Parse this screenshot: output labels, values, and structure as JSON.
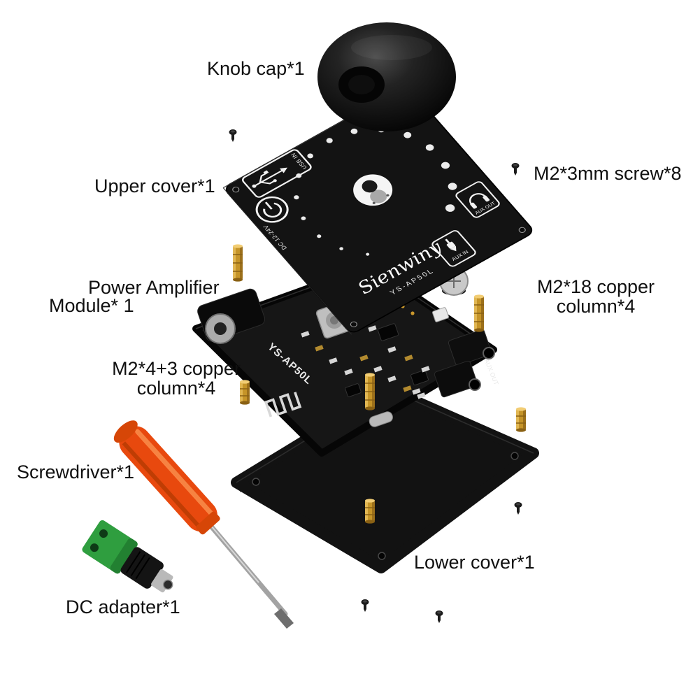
{
  "page": {
    "background": "#ffffff"
  },
  "colors": {
    "copper": "#c59428",
    "screwdriver_orange": "#e8490e",
    "adapter_green": "#2f9e3f",
    "part_black": "#141414"
  },
  "labels": {
    "knob_cap": "Knob cap*1",
    "upper_cover": "Upper cover*1",
    "screws": "M2*3mm screw*8",
    "amp_module_line1": "Power Amplifier",
    "amp_module_line2": "Module* 1",
    "copper_long_line1": "M2*18 copper",
    "copper_long_line2": "column*4",
    "copper_short_line1": "M2*4+3 copper",
    "copper_short_line2": "column*4",
    "screwdriver": "Screwdriver*1",
    "dc_adapter": "DC adapter*1",
    "lower_cover": "Lower cover*1"
  },
  "board_markings": {
    "usb_in": "USB IN",
    "dc_range": "DC 12-24V",
    "aux_in": "AUX IN",
    "aux_out": "AUX OUT",
    "brand_script": "Sienwiny",
    "model": "YS-AP50L",
    "pcb_model": "YS-AP50L",
    "pcb_aux_out": "AUX OUT"
  }
}
